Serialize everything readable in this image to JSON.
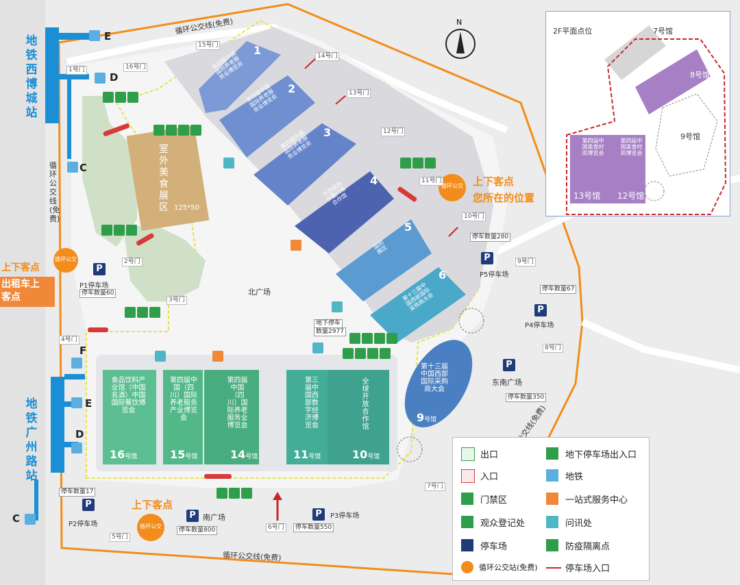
{
  "colors": {
    "background": "#ededee",
    "loop_road": "#f28c1a",
    "metro": "#1a8fd6",
    "green_area": "#cfe0c6",
    "food_area": "#d3b07a",
    "hall_blue": "#6f8fd0",
    "hall_dark": "#4d63b0",
    "hall_teal": "#4aa8c8",
    "hall_green": "#5cbf92",
    "parking": "#1f3b7a",
    "exit_green": "#2e9e4a",
    "entrance_red": "#d83a3a",
    "service_orange": "#f0883a",
    "hall_purple": "#a67fc4"
  },
  "compass": {
    "label": "N"
  },
  "stations": {
    "north": "地铁西博城站",
    "south": "地铁广州路站"
  },
  "metro_exits": [
    "E",
    "D",
    "C",
    "F",
    "E",
    "D",
    "C"
  ],
  "loop_bus_label": "循环公交线(免费)",
  "pickup": {
    "label": "上下客点",
    "you_are_here": "您所在的位置",
    "taxi": "出租车上客点",
    "bus_sign": "循环公交"
  },
  "gates": [
    "1号门",
    "2号门",
    "3号门",
    "4号门",
    "5号门",
    "6号门",
    "7号门",
    "8号门",
    "9号门",
    "10号门",
    "11号门",
    "12号门",
    "13号门",
    "14号门",
    "15号门",
    "16号门"
  ],
  "areas": {
    "food_court": "室外美食展区",
    "food_size": "125*50",
    "north_plaza": "北广场",
    "south_plaza": "南广场",
    "southeast_plaza": "东南广场"
  },
  "parking": {
    "p1": {
      "name": "P1停车场",
      "count": "停车数量60"
    },
    "p2": {
      "name": "P2停车场",
      "count": "停车数量17"
    },
    "p3": {
      "name": "P3停车场",
      "count": "停车数量550"
    },
    "p4": {
      "name": "P4停车场",
      "count": "停车数量67"
    },
    "p5": {
      "name": "P5停车场",
      "count": "停车数量280"
    },
    "south": {
      "count": "停车数量800"
    },
    "southeast": {
      "count": "停车数量350"
    },
    "underground": {
      "name": "地下停车",
      "count": "数量2977"
    }
  },
  "halls": [
    {
      "num": "1",
      "text": "第四届中国国际养老服务业博览会"
    },
    {
      "num": "2",
      "text": "第四届中国国际养老服务业博览会"
    },
    {
      "num": "3",
      "text": "第四届中国国际养老服务业博览会"
    },
    {
      "num": "4",
      "text": "东西部协作暨川渝合作馆"
    },
    {
      "num": "5",
      "text": "国别展区"
    },
    {
      "num": "6",
      "text": "第十三届中国西部国际采购商大会"
    },
    {
      "num": "9",
      "text": "第十三届中国西部国际采购商大会"
    },
    {
      "num": "10",
      "text": "全球开放合作馆"
    },
    {
      "num": "11",
      "text": "第三届中国西部数字经济博览会"
    },
    {
      "num": "14",
      "text": "第四届中国（四川）国际养老服务业博览会"
    },
    {
      "num": "15",
      "text": "第四届中国（四川）国际养老服务产业博览会"
    },
    {
      "num": "16",
      "text": "食品饮料产业馆（中国名酒）中国国际餐饮博览会"
    }
  ],
  "hall_suffix": "号馆",
  "inset": {
    "title": "2F平面点位",
    "hall7": "7号馆",
    "hall8": "8号馆",
    "hall9": "9号馆",
    "hall12": "12号馆",
    "hall13": "13号馆",
    "hall12_text": "第四届中国美食时尚博览会",
    "hall13_text": "第四届中国美食时尚博览会"
  },
  "legend": [
    {
      "icon": "exit-icon",
      "label": "出口"
    },
    {
      "icon": "underground-parking-exit-icon",
      "label": "地下停车场出入口"
    },
    {
      "icon": "entrance-icon",
      "label": "入口"
    },
    {
      "icon": "metro-icon",
      "label": "地铁"
    },
    {
      "icon": "gate-control-icon",
      "label": "门禁区"
    },
    {
      "icon": "service-center-icon",
      "label": "一站式服务中心"
    },
    {
      "icon": "visitor-registration-icon",
      "label": "观众登记处"
    },
    {
      "icon": "info-desk-icon",
      "label": "问讯处"
    },
    {
      "icon": "parking-icon",
      "label": "停车场"
    },
    {
      "icon": "quarantine-icon",
      "label": "防疫隔离点"
    },
    {
      "icon": "loop-bus-station-icon",
      "label": "循环公交站(免费)"
    },
    {
      "icon": "parking-entrance-arrow-icon",
      "label": "停车场入口"
    }
  ]
}
